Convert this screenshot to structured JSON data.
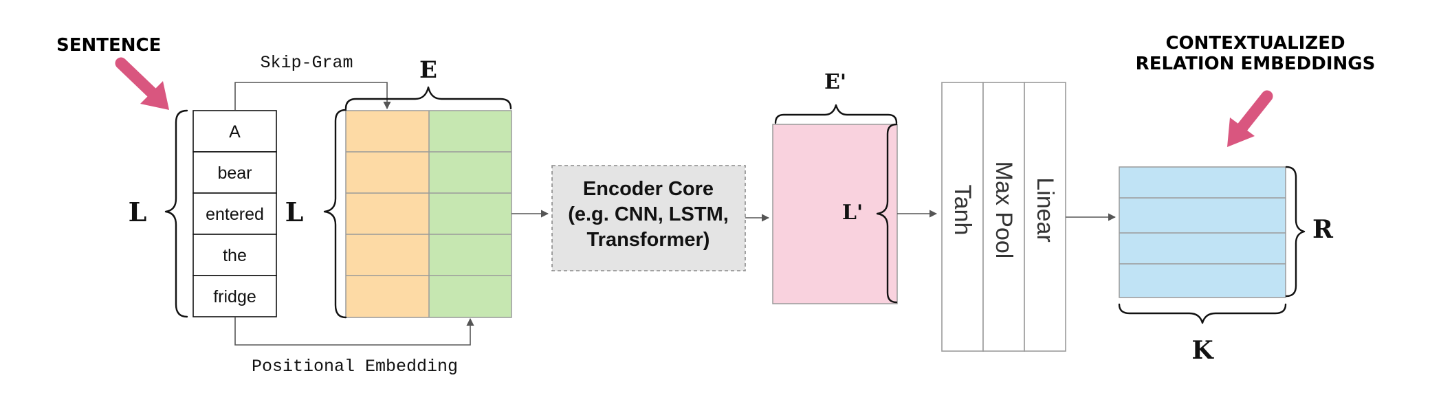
{
  "callouts": {
    "sentence": "SENTENCE",
    "contextualized_line1": "CONTEXTUALIZED",
    "contextualized_line2": "RELATION EMBEDDINGS"
  },
  "connections": {
    "skip_gram": "Skip-Gram",
    "positional_embedding": "Positional Embedding"
  },
  "sentence_tokens": [
    "A",
    "bear",
    "entered",
    "the",
    "fridge"
  ],
  "dimension_labels": {
    "sentence_length": "L",
    "embedding_length": "L",
    "embedding_width": "E",
    "encoded_width": "E'",
    "encoded_length": "L'",
    "output_rows": "R",
    "output_width": "K"
  },
  "encoder_core": {
    "line1": "Encoder Core",
    "line2": "(e.g. CNN, LSTM,",
    "line3": "Transformer)"
  },
  "layers": [
    "Tanh",
    "Max Pool",
    "Linear"
  ],
  "colors": {
    "callout_arrow": "#d9567f",
    "word_embedding": "#fddaa5",
    "positional_embedding": "#c6e7b1",
    "encoder_box": "#e4e4e4",
    "encoded_matrix": "#f9d2de",
    "relation_embeddings": "#c0e3f5"
  }
}
